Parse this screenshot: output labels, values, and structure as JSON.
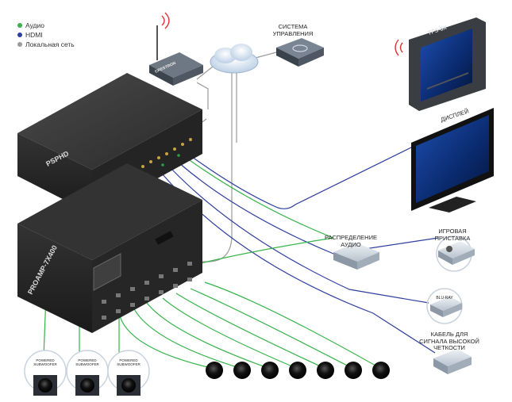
{
  "legend": [
    {
      "label": "Аудио",
      "color": "#36b34a"
    },
    {
      "label": "HDMI",
      "color": "#2e3f9e"
    },
    {
      "label": "Локальная сеть",
      "color": "#9a9a9a"
    }
  ],
  "devices": {
    "gateway": "CRESTRON",
    "control_system": "СИСТЕМА\nУПРАВЛЕНИЯ",
    "touch_panel": "TPS-6X",
    "display": "ДИСПЛЕЙ",
    "psphd": "PSPHD",
    "proamp": "PROAMP-7X400",
    "audio_dist": "РАСПРЕДЕЛЕНИЕ\nАУДИО",
    "game_console": "ИГРОВАЯ\nПРИСТАВКА",
    "bluray": "BLU-RAY",
    "hd_cable": "КАБЕЛЬ ДЛЯ\nСИГНАЛА ВЫСОКОЙ\nЧЕТКОСТИ",
    "subwoofer_label": "POWERED\nSUBWOOFER"
  },
  "colors": {
    "audio": "#36b34a",
    "hdmi": "#2e3f9e",
    "lan": "#9a9a9a",
    "rack": "#2a2a2a"
  }
}
